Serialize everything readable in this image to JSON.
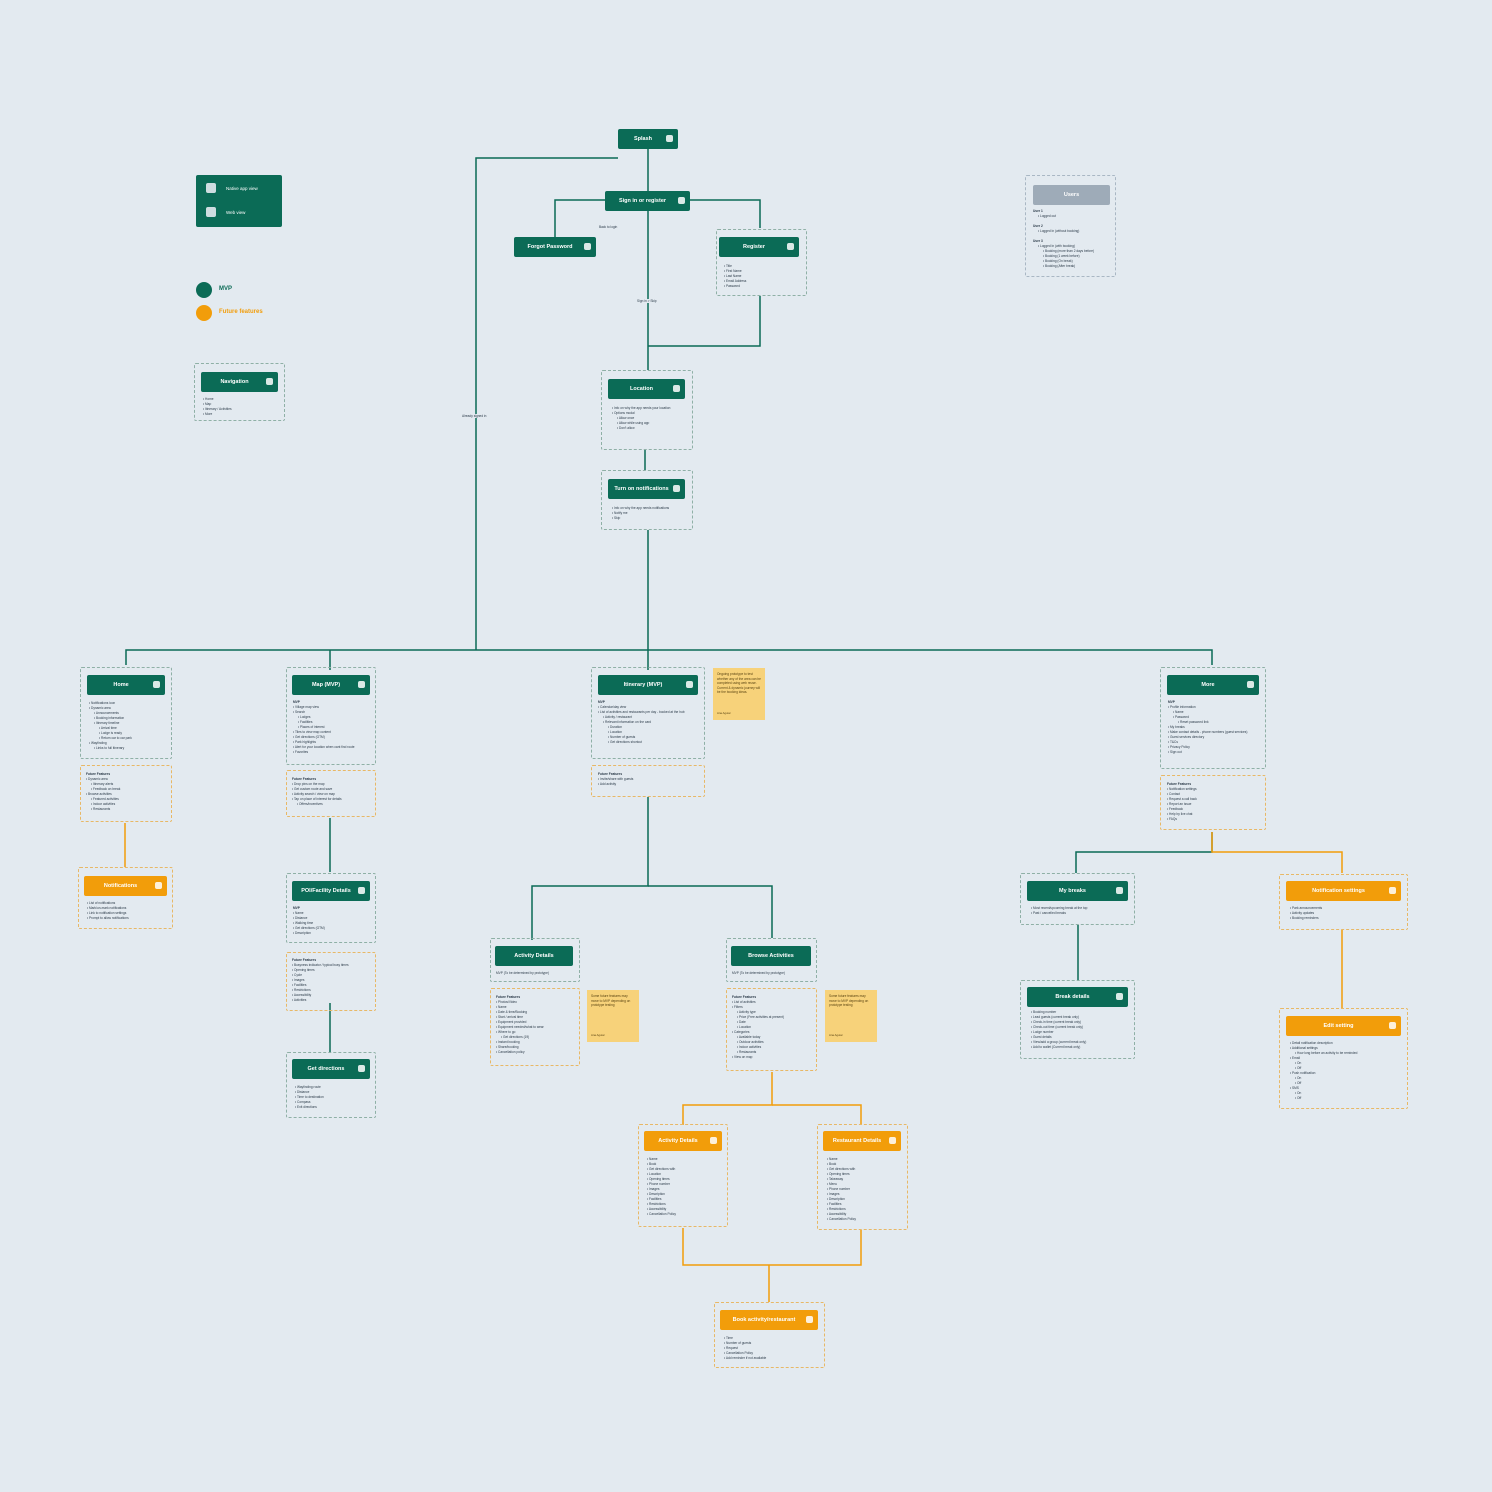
{
  "legend": {
    "native_label": "Native app view",
    "web_label": "Web view",
    "mvp_label": "MVP",
    "future_label": "Future features",
    "mvp_color": "#0b6b56",
    "future_color": "#f29d0a"
  },
  "edge_labels": {
    "back_to_login": "Back to login",
    "sign_in": "Sign in > Skip",
    "already_signed_in": "Already signed in"
  },
  "nodes": {
    "splash": {
      "title": "Splash"
    },
    "signin": {
      "title": "Sign in or register"
    },
    "forgot": {
      "title": "Forgot Password"
    },
    "register": {
      "title": "Register",
      "items": [
        "Title",
        "First Name",
        "Last Name",
        "Email Address",
        "Password"
      ]
    },
    "users": {
      "title": "Users",
      "groups": [
        {
          "head": "User 1",
          "items": [
            "Logged out"
          ]
        },
        {
          "head": "User 2",
          "items": [
            "Logged In (without booking)"
          ]
        },
        {
          "head": "User 3",
          "items": [
            "Logged In (with booking)",
            "Booking (more than 2 days before)",
            "Booking (1 week before)",
            "Booking (On break)",
            "Booking (After break)"
          ]
        }
      ]
    },
    "navigation": {
      "title": "Navigation",
      "items": [
        "Home",
        "Map",
        "Itinerary / Activities",
        "More"
      ]
    },
    "location": {
      "title": "Location",
      "items": [
        "Info on why the app needs your location",
        "Options modal",
        "Allow once",
        "Allow while using app",
        "Don't allow"
      ]
    },
    "notif_on": {
      "title": "Turn on notifications",
      "items": [
        "Info on why the app needs notifications",
        "Notify me",
        "Skip"
      ]
    },
    "home": {
      "title": "Home",
      "items": [
        "Notifications icon",
        "Dynamic area",
        "Announcements",
        "Booking information",
        "Itinerary timeline",
        "Arrival time",
        "Lodge is ready",
        "Return car to car park",
        "Wayfinding",
        "Links to full itinerary"
      ],
      "future_head": "Future Features",
      "future": [
        "Dynamic area",
        "Itinerary alerts",
        "Feedback on break",
        "Browse activities",
        "Featured activities",
        "Indoor activities",
        "Restaurants"
      ]
    },
    "notifications": {
      "title": "Notifications",
      "items": [
        "List of notifications",
        "Mark/un-mark notifications",
        "Link to notification settings",
        "Prompt to allow notifications"
      ]
    },
    "map": {
      "title": "Map (MVP)",
      "mvp_head": "MVP",
      "items": [
        "Village map view",
        "Search",
        "Lodges",
        "Facilities",
        "Places of interest",
        "Tiles to view map content",
        "Get directions (GTM)",
        "Park highlights",
        "Alert for your location when cant find route",
        "Favorites"
      ],
      "future_head": "Future Features",
      "future": [
        "Drop pins on the map",
        "Get custom route and save",
        "Activity search / view on map",
        "Tap on place of interest for details",
        "Offers/incentives"
      ]
    },
    "poi": {
      "title": "POI/Facility Details",
      "mvp_head": "MVP",
      "items": [
        "Name",
        "Distance",
        "Walking time",
        "Get directions (GTM)",
        "Description"
      ],
      "future_head": "Future Features",
      "future": [
        "Busyness indicator / typical busy times",
        "Opening times",
        "Cycle",
        "Images",
        "Facilities",
        "Restrictions",
        "Accessibility",
        "Activities"
      ]
    },
    "directions": {
      "title": "Get directions",
      "items": [
        "Wayfinding route",
        "Distance",
        "Time to destination",
        "Compass",
        "Exit directions"
      ]
    },
    "itinerary": {
      "title": "Itinerary (MVP)",
      "mvp_head": "MVP",
      "items": [
        "Calendar/day view",
        "List of activities and restaurants per day - booked at the hub",
        "Activity / restaurant",
        "Relevant information on the card",
        "Duration",
        "Location",
        "Number of guests",
        "Get directions shortcut"
      ],
      "future_head": "Future Features",
      "future": [
        "Invite/share with guests",
        "Add activity"
      ]
    },
    "itinerary_note": {
      "text": "Ongoing prototype to test whether any of the area can be completed using web reuse. Current & dynamic journey will be the booking ideas.",
      "author": "Ana Aguiar"
    },
    "more": {
      "title": "More",
      "mvp_head": "MVP",
      "items": [
        "Profile information",
        "Name",
        "Password",
        "Reset password link",
        "My breaks",
        "Make contact details - phone numbers (guest services)",
        "Guest services directory",
        "T&Cs",
        "Privacy Policy",
        "Sign out"
      ],
      "future_head": "Future Features",
      "future": [
        "Notification settings",
        "Contact",
        "Request a call back",
        "Report an issue",
        "Feedback",
        "Help by live chat",
        "FAQs"
      ]
    },
    "activity_details": {
      "title": "Activity Details",
      "mvp_note": "MVP (To be determined by prototype)",
      "future_head": "Future Features",
      "future": [
        "Photos/Video",
        "Name",
        "Date & time/Booking",
        "Start / arrival time",
        "Equipment provided",
        "Equipment needed/what to wear",
        "Where to go",
        "Get directions (19)",
        "Instant booking",
        "Share/booking",
        "Cancellation policy"
      ]
    },
    "activity_note": {
      "text": "Some future features may move to MVP depending on prototype testing",
      "author": "Ana Aguiar"
    },
    "browse": {
      "title": "Browse Activities",
      "mvp_note": "MVP (To be determined by prototype)",
      "future_head": "Future Features",
      "future": [
        "List of activities",
        "Filters",
        "Activity type",
        "Price (Free activities at present)",
        "Date",
        "Location",
        "Categories",
        "Available today",
        "Outdoor activities",
        "Indoor activities",
        "Restaurants",
        "View on map"
      ]
    },
    "browse_note": {
      "text": "Some future features may move to MVP depending on prototype testing",
      "author": "Ana Aguiar"
    },
    "activity_details2": {
      "title": "Activity Details",
      "items": [
        "Name",
        "Book",
        "Get directions with",
        "Location",
        "Opening times",
        "Phone number",
        "Images",
        "Description",
        "Facilities",
        "Restrictions",
        "Accessibility",
        "Cancellation Policy"
      ]
    },
    "restaurant": {
      "title": "Restaurant Details",
      "items": [
        "Name",
        "Book",
        "Get directions with",
        "Opening times",
        "Takeaway",
        "Menu",
        "Phone number",
        "Images",
        "Description",
        "Facilities",
        "Restrictions",
        "Accessibility",
        "Cancellation Policy"
      ]
    },
    "book": {
      "title": "Book activity/restaurant",
      "items": [
        "Time",
        "Number of guests",
        "Request",
        "Cancellation Policy",
        "Add reminder if not available"
      ]
    },
    "my_breaks": {
      "title": "My breaks",
      "items": [
        "Most recent/upcoming break at the top",
        "Past / cancelled breaks"
      ]
    },
    "break_details": {
      "title": "Break details",
      "items": [
        "Booking number",
        "Lead guests (current break only)",
        "Check-in time (current break only)",
        "Check-out time (current break only)",
        "Lodge number",
        "Guest details",
        "View/add a group (current break only)",
        "Add to wallet (Current break only)"
      ]
    },
    "notif_settings": {
      "title": "Notification settings",
      "items": [
        "Park announcements",
        "Activity updates",
        "Booking reminders"
      ]
    },
    "edit_setting": {
      "title": "Edit setting",
      "items": [
        "Detail notification description",
        "Additional settings",
        "How long before an activity to be reminded",
        "Email",
        "On",
        "Off",
        "Push notification",
        "On",
        "Off",
        "SMS",
        "On",
        "Off"
      ]
    }
  }
}
